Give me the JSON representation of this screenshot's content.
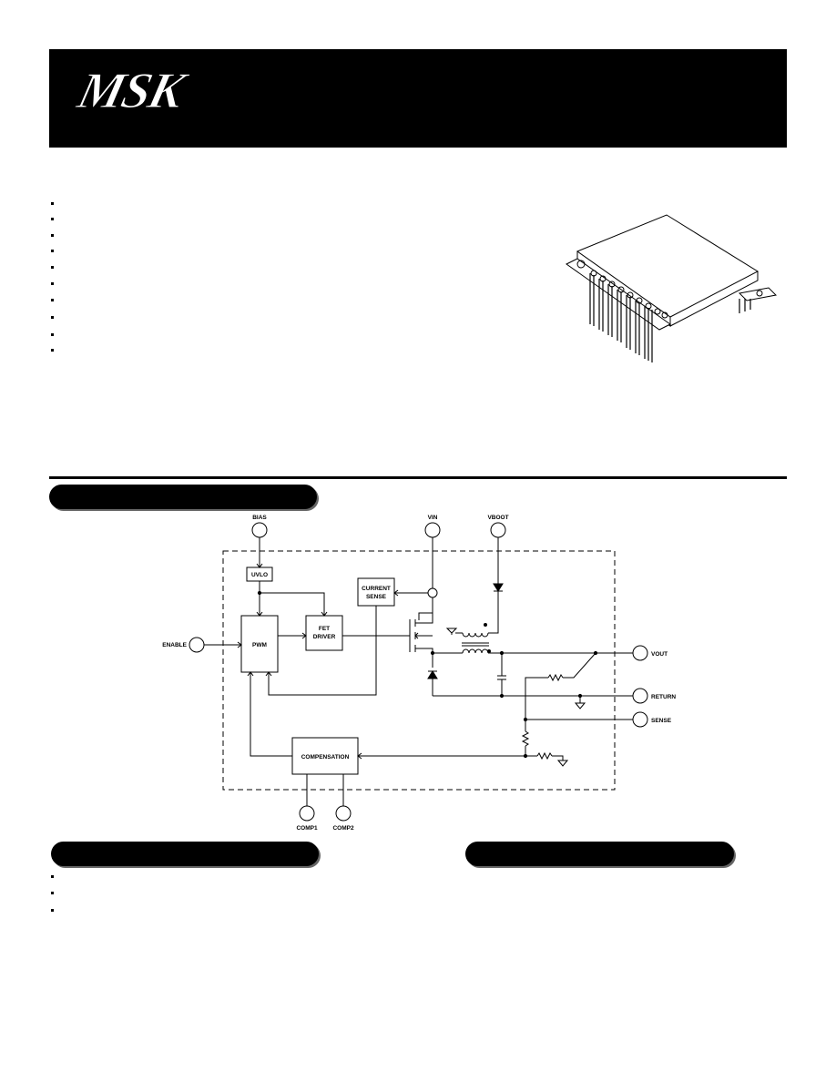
{
  "logo": {
    "text": "MSK"
  },
  "schematic": {
    "pins": {
      "bias": "BIAS",
      "vin": "VIN",
      "vboot": "VBOOT",
      "enable": "ENABLE",
      "vout": "VOUT",
      "return": "RETURN",
      "sense": "SENSE",
      "comp1": "COMP1",
      "comp2": "COMP2"
    },
    "blocks": {
      "uvlo": "UVLO",
      "current_sense_1": "CURRENT",
      "current_sense_2": "SENSE",
      "pwm": "PWM",
      "fet_driver_1": "FET",
      "fet_driver_2": "DRIVER",
      "compensation": "COMPENSATION"
    }
  }
}
